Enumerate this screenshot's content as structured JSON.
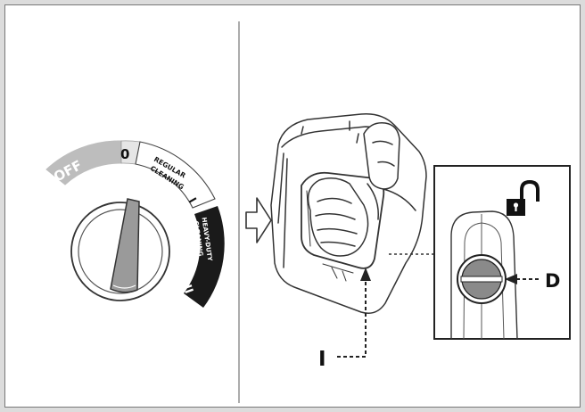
{
  "dial": {
    "off_label": "OFF",
    "zero_label": "0",
    "regular_line1": "REGULAR",
    "regular_line2": "CLEANING",
    "mark_one": "I",
    "heavy_line1": "HEAVY-DUTY",
    "heavy_line2": "CLEANING",
    "mark_two": "II"
  },
  "callouts": {
    "d_label": "D",
    "i_label": "I"
  },
  "colors": {
    "panel_border": "#777777",
    "divider": "#888888",
    "off_band": "#bdbdbd",
    "heavy_band": "#1a1a1a",
    "knob_pointer": "#9a9a9a",
    "lock_icon": "#111111"
  },
  "icons": {
    "arrow": "hollow-right-arrow-icon",
    "lock": "open-padlock-icon"
  }
}
